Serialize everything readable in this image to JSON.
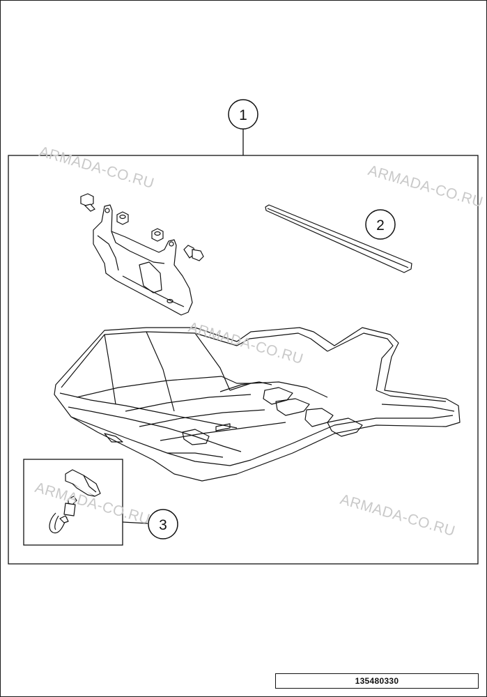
{
  "callouts": [
    {
      "number": "1"
    },
    {
      "number": "2"
    },
    {
      "number": "3"
    }
  ],
  "watermarks": [
    "ARMADA-CO.RU",
    "ARMADA-CO.RU",
    "ARMADA-CO.RU",
    "ARMADA-CO.RU",
    "ARMADA-CO.RU"
  ],
  "diagram_number": "135480330",
  "line_color": "#111111",
  "watermark_color": "#c9c9c9"
}
